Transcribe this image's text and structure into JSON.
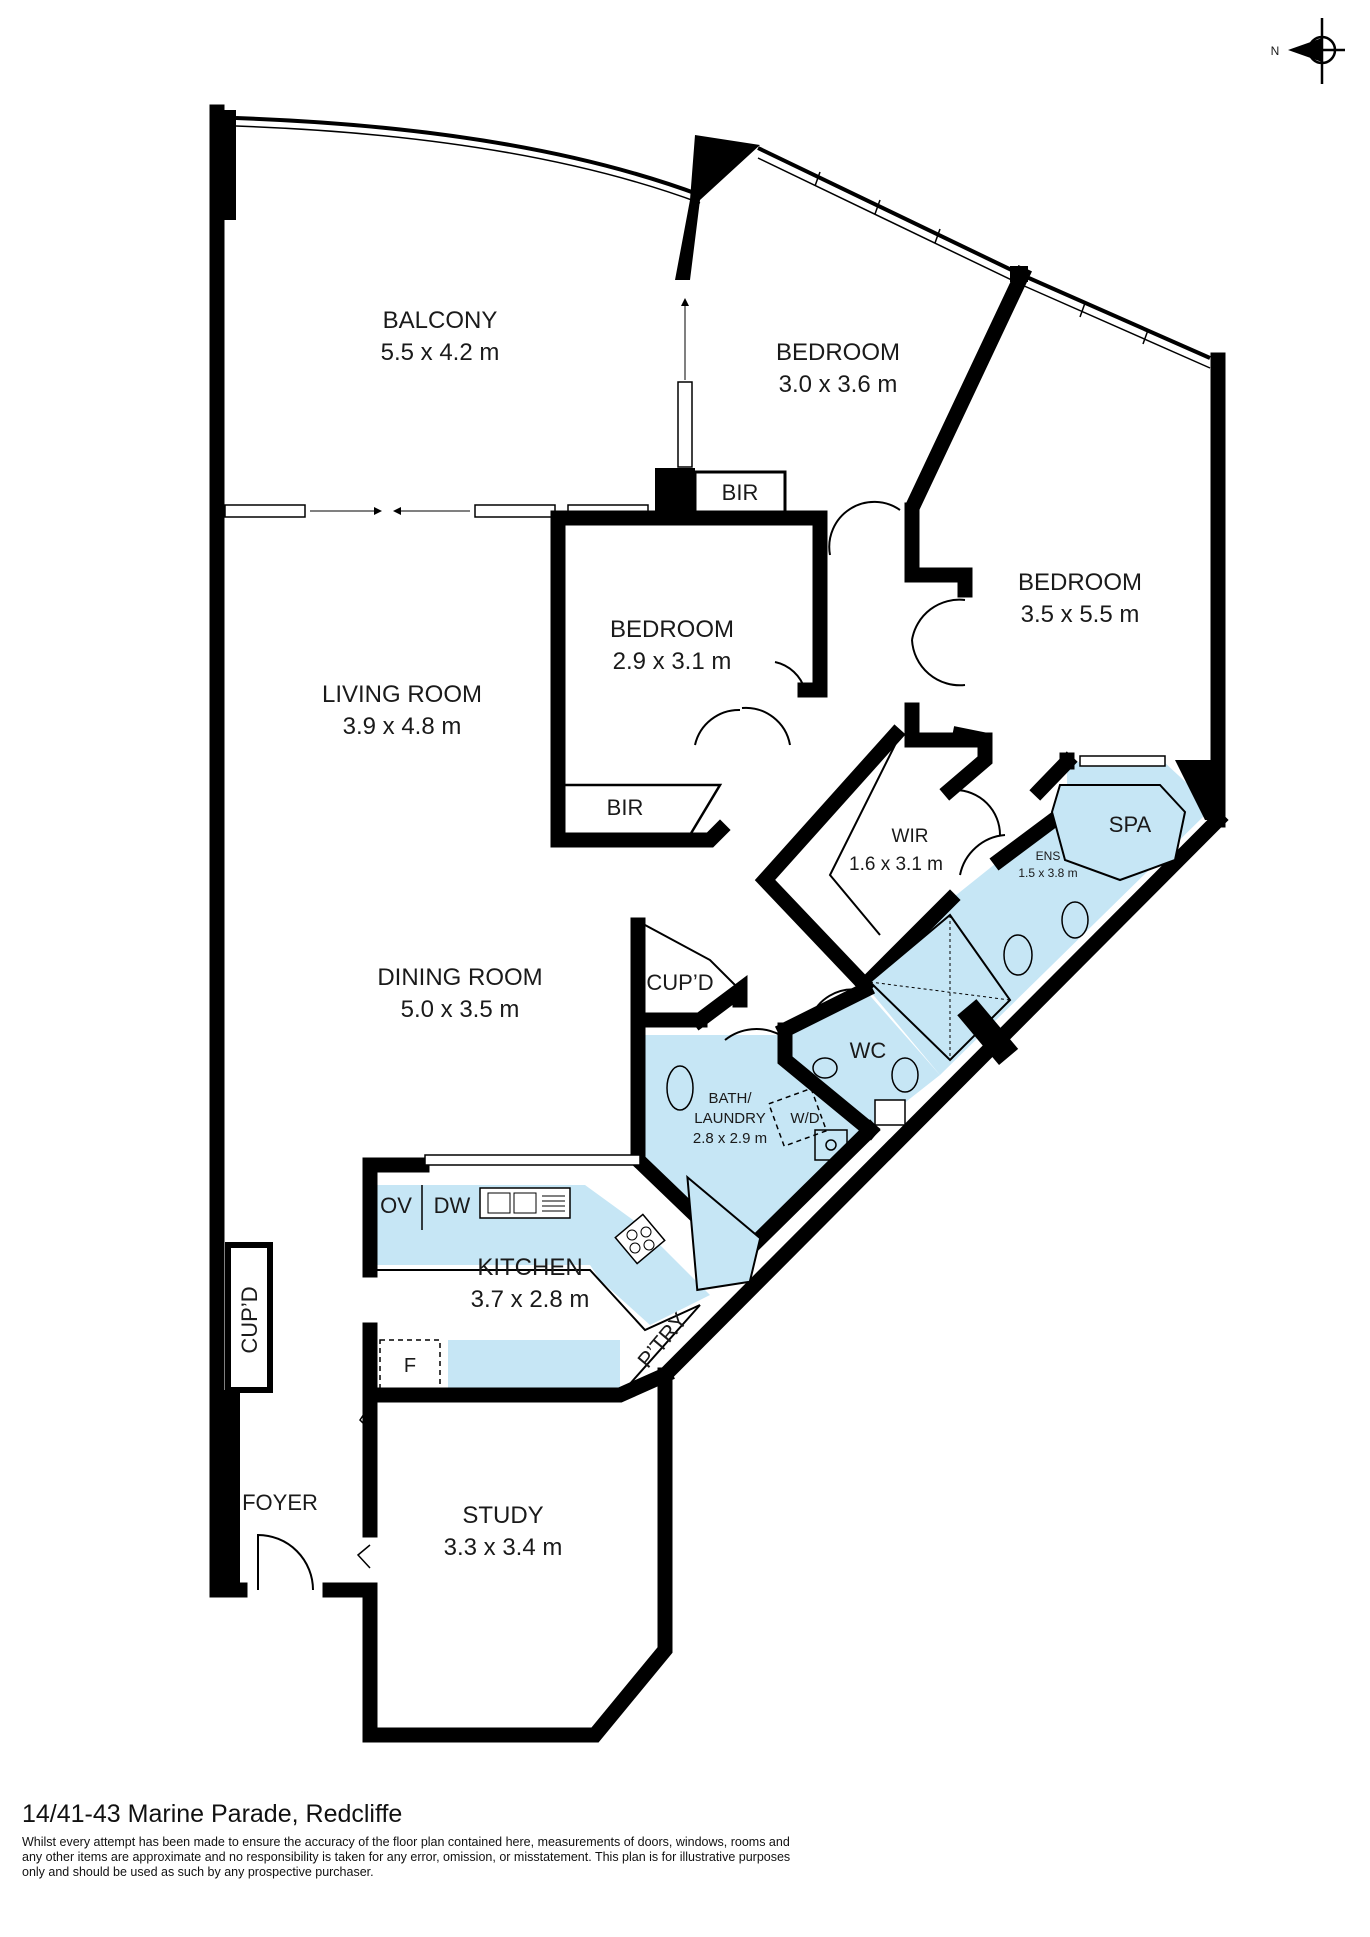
{
  "compass": {
    "label": "N",
    "icon": "compass-icon"
  },
  "rooms": {
    "balcony": {
      "name": "BALCONY",
      "dims": "5.5 x 4.2 m"
    },
    "bedroom1": {
      "name": "BEDROOM",
      "dims": "3.0 x 3.6 m"
    },
    "bedroom2": {
      "name": "BEDROOM",
      "dims": "3.5 x 5.5 m"
    },
    "bedroom3": {
      "name": "BEDROOM",
      "dims": "2.9 x 3.1 m"
    },
    "living": {
      "name": "LIVING ROOM",
      "dims": "3.9 x 4.8 m"
    },
    "dining": {
      "name": "DINING ROOM",
      "dims": "5.0 x 3.5 m"
    },
    "wir": {
      "name": "WIR",
      "dims": "1.6 x 3.1 m"
    },
    "ens": {
      "name": "ENS",
      "dims": "1.5 x 3.8 m"
    },
    "bath": {
      "name": "BATH/",
      "name2": "LAUNDRY",
      "dims": "2.8 x 2.9 m"
    },
    "kitchen": {
      "name": "KITCHEN",
      "dims": "3.7 x 2.8 m"
    },
    "study": {
      "name": "STUDY",
      "dims": "3.3 x 3.4 m"
    }
  },
  "labels": {
    "bir_top": "BIR",
    "bir_bottom": "BIR",
    "spa": "SPA",
    "cupd_mid": "CUP’D",
    "cupd_side": "CUP’D",
    "wc": "WC",
    "wd": "W/D",
    "ov": "OV",
    "dw": "DW",
    "ptry": "P’TRY",
    "fridge": "F",
    "foyer": "FOYER"
  },
  "colors": {
    "wet_area": "#c6e6f5",
    "walls": "#000000"
  },
  "footer": {
    "address": "14/41-43 Marine Parade, Redcliffe",
    "disclaimer": "Whilst every attempt has been made to ensure the accuracy of the floor plan contained here, measurements of doors, windows, rooms and any other items are approximate and no responsibility is taken for any error, omission, or misstatement. This plan is for illustrative purposes only and should be used as such by any prospective purchaser."
  }
}
